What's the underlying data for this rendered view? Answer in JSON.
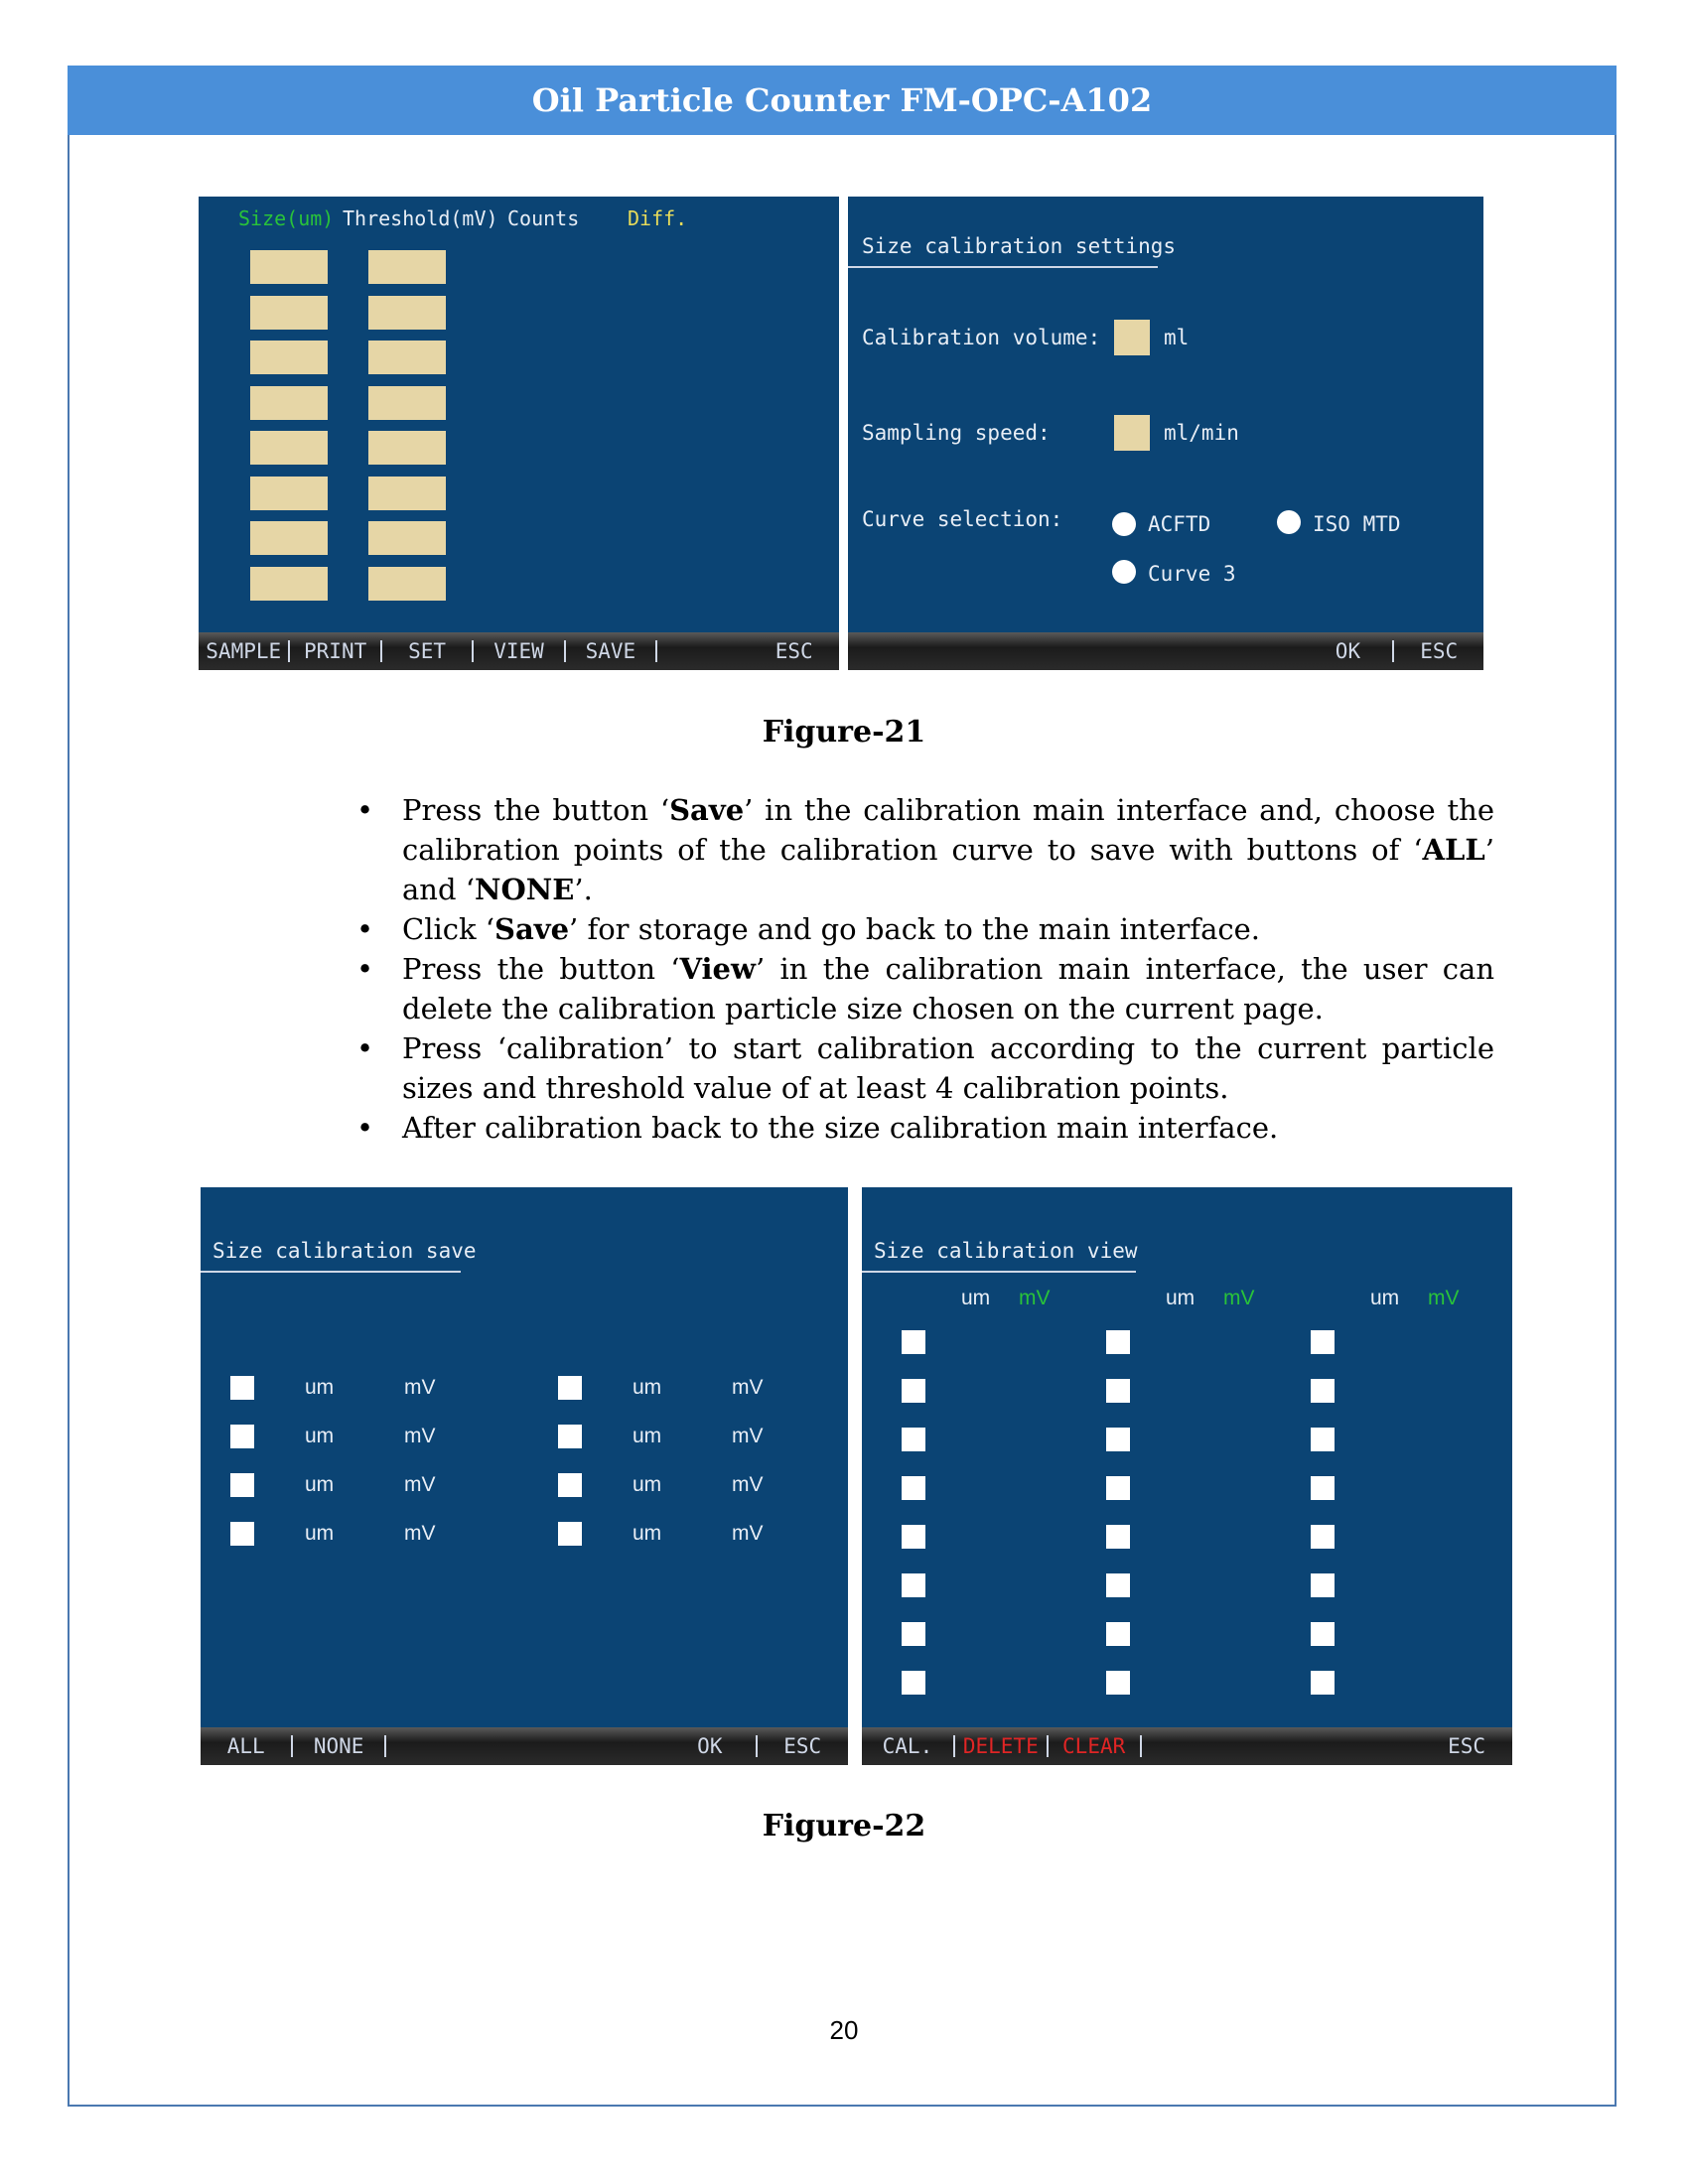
{
  "header": {
    "title": "Oil Particle Counter FM-OPC-A102"
  },
  "figure21": {
    "caption": "Figure-21",
    "left": {
      "col_size": "Size(um)",
      "col_threshold": "Threshold(mV)",
      "col_counts": "Counts",
      "col_diff": "Diff.",
      "buttons": [
        "SAMPLE",
        "PRINT",
        "SET",
        "VIEW",
        "SAVE",
        "",
        "ESC"
      ]
    },
    "right": {
      "title": "Size calibration settings",
      "volume_label": "Calibration volume:",
      "volume_unit": "ml",
      "speed_label": "Sampling speed:",
      "speed_unit": "ml/min",
      "curve_label": "Curve selection:",
      "curve_options": [
        "ACFTD",
        "ISO MTD",
        "Curve 3"
      ],
      "buttons": [
        "",
        "",
        "",
        "",
        "",
        "OK",
        "ESC"
      ]
    }
  },
  "bullets": [
    {
      "pre": "Press the button ‘",
      "b1": "Save",
      "mid": "’ in the calibration main interface and, choose the calibration points of the calibration curve to save with buttons of ‘",
      "b2": "ALL",
      "mid2": "’ and ‘",
      "b3": "NONE",
      "post": "’."
    },
    {
      "pre": "Click ‘",
      "b1": "Save",
      "post": "’ for storage and go back to the main interface."
    },
    {
      "pre": "Press the button ‘",
      "b1": "View",
      "post": "’ in the calibration main interface, the user can delete the calibration particle size chosen on the current page."
    },
    {
      "text": "Press ‘calibration’ to start calibration according to the current particle sizes and threshold value of at least 4 calibration points."
    },
    {
      "text": "After calibration back to the size calibration main interface."
    }
  ],
  "figure22": {
    "caption": "Figure-22",
    "left": {
      "title": "Size calibration save",
      "unit_um": "um",
      "unit_mv": "mV",
      "buttons": [
        "ALL",
        "NONE",
        "",
        "",
        "",
        "OK",
        "ESC"
      ]
    },
    "right": {
      "title": "Size calibration view",
      "unit_um": "um",
      "unit_mv": "mV",
      "buttons": [
        "CAL.",
        "DELETE",
        "CLEAR",
        "",
        "",
        "",
        "ESC"
      ],
      "red_buttons": [
        "DELETE",
        "CLEAR"
      ]
    }
  },
  "page_number": "20",
  "colors": {
    "banner": "#4a8fd9",
    "screen_bg": "#0b4474",
    "field": "#e6d6a6",
    "green": "#29c23a",
    "red": "#e02525"
  }
}
